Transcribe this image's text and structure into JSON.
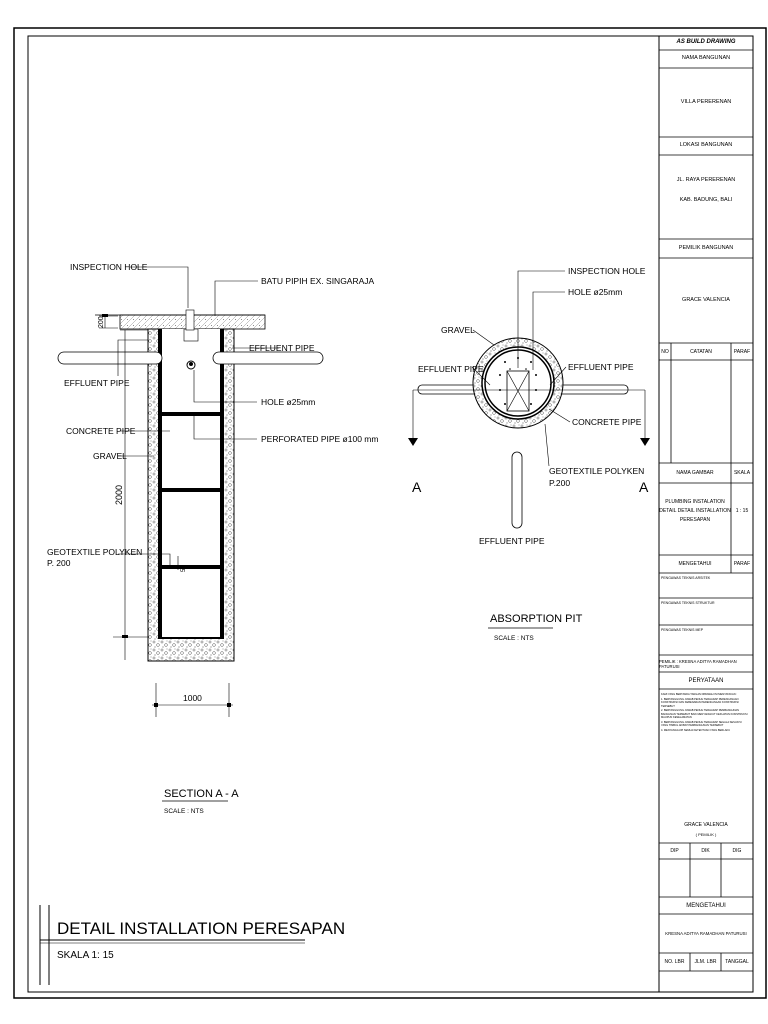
{
  "title_block": {
    "header": "AS BUILD DRAWING",
    "building_name_label": "NAMA BANGUNAN",
    "building_name": "VILLA PERERENAN",
    "location_label": "LOKASI BANGUNAN",
    "location_line1": "JL. RAYA PERERENAN",
    "location_line2": "KAB. BADUNG, BALI",
    "owner_label": "PEMILIK BANGUNAN",
    "owner": "GRACE VALENCIA",
    "notes_col_no": "NO",
    "notes_col_notes": "CATATAN",
    "notes_col_paraf": "PARAF",
    "drawing_name_label": "NAMA GAMBAR",
    "scale_label": "SKALA",
    "drawing_name_line1": "PLUMBING INSTALATION",
    "drawing_name_line2": "DETAIL DETAIL INSTALLATION",
    "drawing_name_line3": "PERESAPAN",
    "drawing_scale": "1 : 15",
    "approval_label": "MENGETAHUI",
    "approval_paraf": "PARAF",
    "approver_1": "PENGAWAS TEKNIS ARSITEK",
    "approver_2": "PENGAWAS TEKNIS STRUKTUR",
    "approver_3": "PENGAWAS TEKNIS MEP",
    "builder_line": "PEMILIK : KRESNA ADITYA RAMADHAN PATURUSI",
    "statement_label": "PERYATAAN",
    "statement_intro": "KAMI YANG BERTANDA TANGAN DIBAWAH INI MENYATAKAN :",
    "statement_items": [
      "1. BERTANGGUNG JAWAB PENUH TERHADAP PERENCANAAN KONSTRUKSI DAN KEBENARAN PERENCANAAN KONSTRUKSI TERSEBUT",
      "2. BERTANGGUNG JAWAB PENUH TERHADAP PEMBANGUNAN BANGUNAN TERSEBUT BAIK MENYANGKUT KEKUATAN KONSTRUKSI MAUPUN KESELAMATAN",
      "3. BERTANGGUNG JAWAB PENUH TERHADAP SEGALA SESUATU YANG TIMBUL AKIBAT PEMBANGUNAN TERSEBUT",
      "4. MENYANGGUPI SEMUA KETENTUAN YANG BERLAKU"
    ],
    "owner_sign": "GRACE VALENCIA",
    "owner_sign_role": "( PEMILIK )",
    "col_dip": "DIP",
    "col_dik": "DIK",
    "col_dig": "DIG",
    "ack_label": "MENGETAHUI",
    "ack_name": "KRESNA ADITYA RAMADHAN PATURUSI",
    "col_no_lbr": "NO. LBR",
    "col_jlm_lbr": "JLM. LBR",
    "col_tanggal": "TANGGAL"
  },
  "section_view": {
    "inspection_hole": "INSPECTION HOLE",
    "batu_pipih": "BATU PIPIH EX. SINGARAJA",
    "effluent_pipe_left": "EFFLUENT PIPE",
    "effluent_pipe_right": "EFFLUENT PIPE",
    "hole": "HOLE ø25mm",
    "concrete_pipe": "CONCRETE PIPE",
    "perforated_pipe": "PERFORATED PIPE ø100 mm",
    "gravel": "GRAVEL",
    "geotextile_line1": "GEOTEXTILE POLYKEN",
    "geotextile_line2": "P. 200",
    "dim_top": "200",
    "dim_height": "2000",
    "dim_small": "50",
    "dim_width": "1000",
    "title": "SECTION   A - A",
    "scale": "SCALE : NTS"
  },
  "plan_view": {
    "inspection_hole": "INSPECTION HOLE",
    "hole": "HOLE ø25mm",
    "gravel": "GRAVEL",
    "effluent_pipe_left": "EFFLUENT PIPE",
    "effluent_pipe_right": "EFFLUENT PIPE",
    "concrete_pipe": "CONCRETE PIPE",
    "geotextile_line1": "GEOTEXTILE POLYKEN",
    "geotextile_line2": "P.200",
    "effluent_pipe_bottom": "EFFLUENT PIPE",
    "section_mark_left": "A",
    "section_mark_right": "A",
    "title": "ABSORPTION PIT",
    "scale": "SCALE : NTS"
  },
  "sheet": {
    "title": "DETAIL INSTALLATION PERESAPAN",
    "scale": "SKALA 1: 15"
  }
}
